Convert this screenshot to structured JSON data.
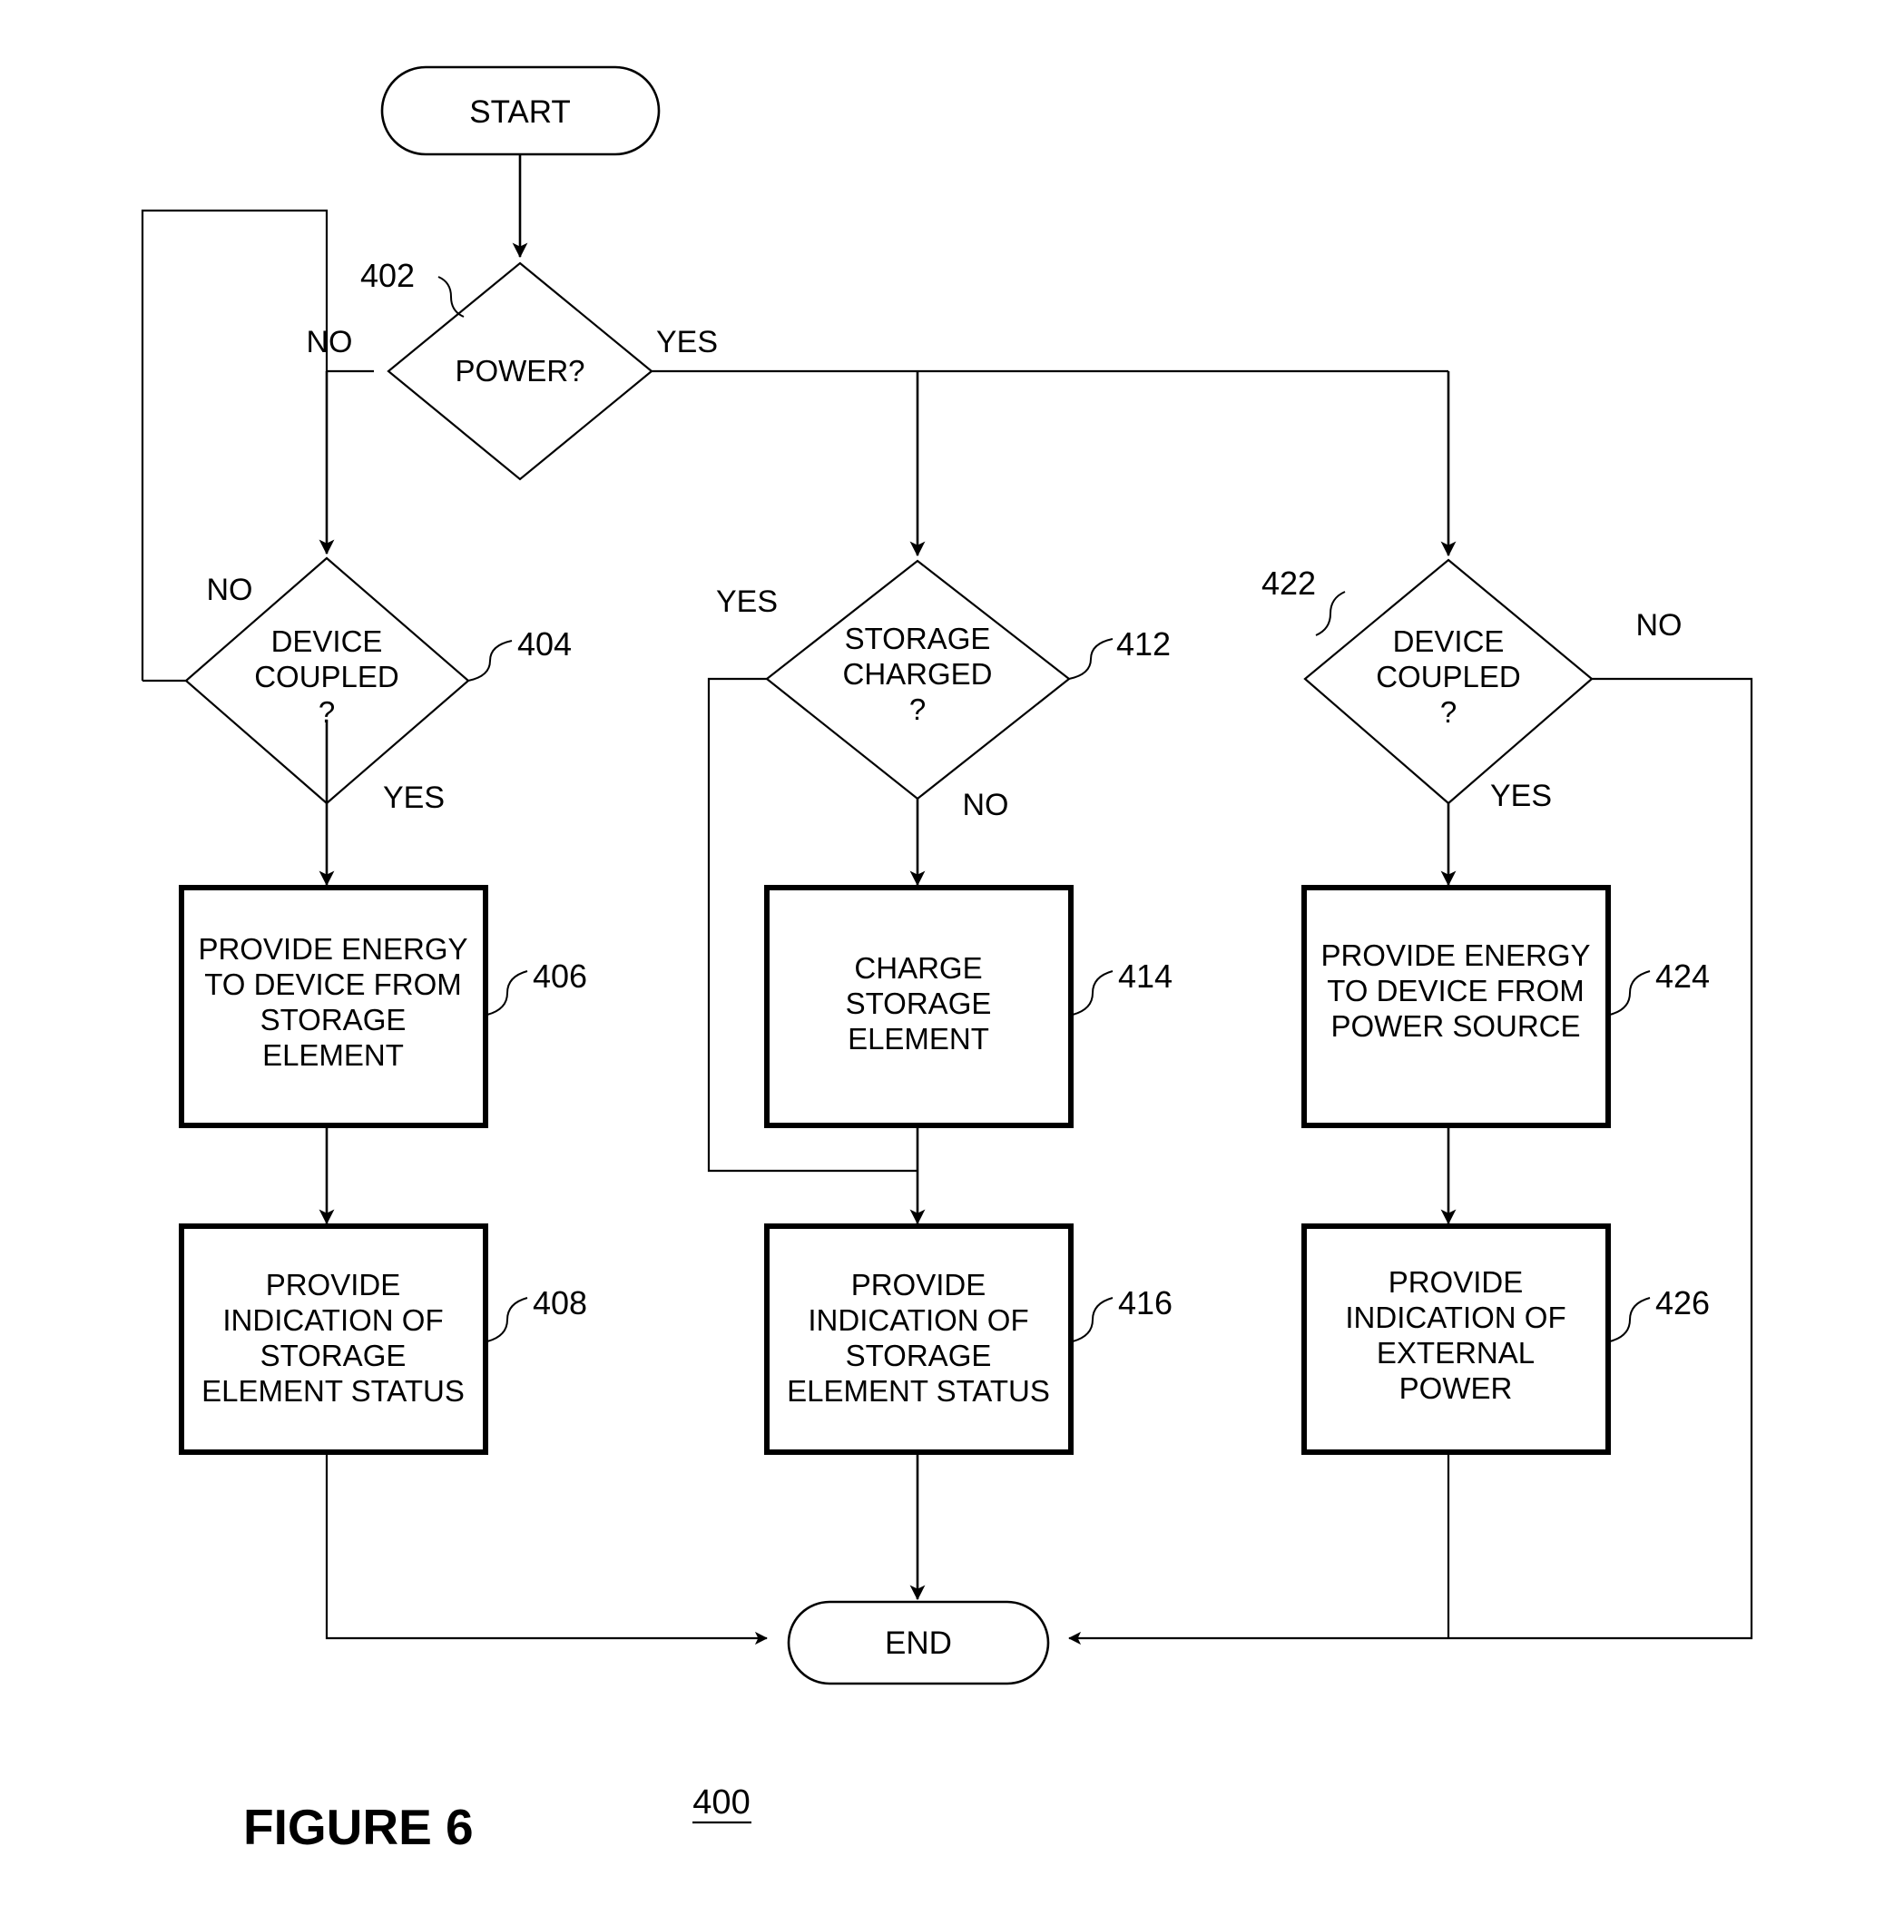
{
  "figure": {
    "caption": "FIGURE 6",
    "diagram_number": "400"
  },
  "terminals": {
    "start": "START",
    "end": "END"
  },
  "decisions": [
    {
      "id": "402",
      "label_lines": [
        "POWER?"
      ],
      "ref": "402",
      "yes": "YES",
      "no": "NO"
    },
    {
      "id": "404",
      "label_lines": [
        "DEVICE",
        "COUPLED",
        "?"
      ],
      "ref": "404",
      "yes": "YES",
      "no": "NO"
    },
    {
      "id": "412",
      "label_lines": [
        "STORAGE",
        "CHARGED",
        "?"
      ],
      "ref": "412",
      "yes": "YES",
      "no": "NO"
    },
    {
      "id": "422",
      "label_lines": [
        "DEVICE",
        "COUPLED",
        "?"
      ],
      "ref": "422",
      "yes": "YES",
      "no": "NO"
    }
  ],
  "processes": [
    {
      "id": "406",
      "label_lines": [
        "PROVIDE ENERGY",
        "TO DEVICE FROM",
        "STORAGE",
        "ELEMENT"
      ],
      "ref": "406"
    },
    {
      "id": "408",
      "label_lines": [
        "PROVIDE",
        "INDICATION OF",
        "STORAGE",
        "ELEMENT STATUS"
      ],
      "ref": "408"
    },
    {
      "id": "414",
      "label_lines": [
        "CHARGE",
        "STORAGE",
        "ELEMENT"
      ],
      "ref": "414"
    },
    {
      "id": "416",
      "label_lines": [
        "PROVIDE",
        "INDICATION OF",
        "STORAGE",
        "ELEMENT STATUS"
      ],
      "ref": "416"
    },
    {
      "id": "424",
      "label_lines": [
        "PROVIDE ENERGY",
        "TO DEVICE FROM",
        "POWER SOURCE"
      ],
      "ref": "424"
    },
    {
      "id": "426",
      "label_lines": [
        "PROVIDE",
        "INDICATION OF",
        "EXTERNAL",
        "POWER"
      ],
      "ref": "426"
    }
  ],
  "branch_labels": {
    "power_no": "NO",
    "power_yes": "YES",
    "coupled404_no": "NO",
    "coupled404_yes": "YES",
    "charged412_yes": "YES",
    "charged412_no": "NO",
    "coupled422_no": "NO",
    "coupled422_yes": "YES"
  },
  "colors": {
    "stroke": "#000000",
    "background": "#ffffff"
  }
}
